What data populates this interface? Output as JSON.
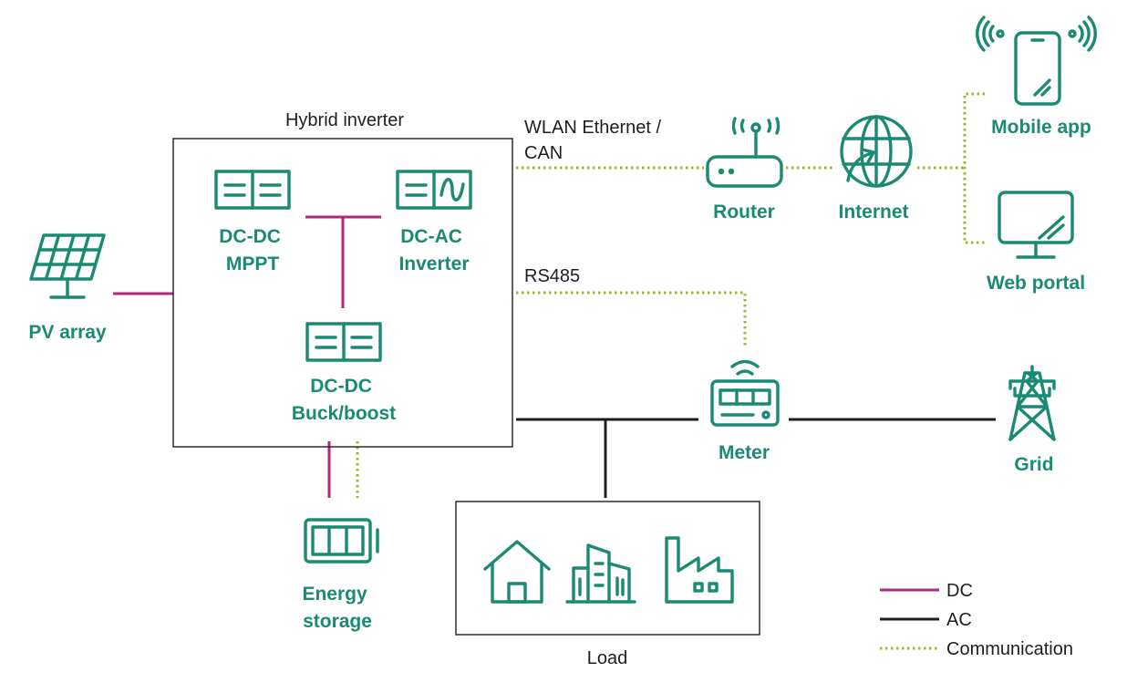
{
  "labels": {
    "hybrid_inverter": "Hybrid inverter",
    "dcdc_mppt": [
      "DC-DC",
      "MPPT"
    ],
    "dcac_inverter": [
      "DC-AC",
      "Inverter"
    ],
    "dcdc_buckboost": [
      "DC-DC",
      "Buck/boost"
    ],
    "pv_array": "PV array",
    "energy_storage": [
      "Energy",
      "storage"
    ],
    "load": "Load",
    "meter": "Meter",
    "grid": "Grid",
    "router": "Router",
    "internet": "Internet",
    "mobile_app": "Mobile app",
    "web_portal": "Web portal",
    "wlan_link": [
      "WLAN Ethernet /",
      "CAN"
    ],
    "rs485_link": "RS485"
  },
  "legend": [
    {
      "label": "DC",
      "color": "#b3267e",
      "style": "solid"
    },
    {
      "label": "AC",
      "color": "#1e1e1e",
      "style": "solid"
    },
    {
      "label": "Communication",
      "color": "#9ab834",
      "style": "dotted"
    }
  ],
  "colors": {
    "icon": "#1a8a72",
    "dc": "#b3267e",
    "ac": "#1e1e1e",
    "communication": "#9ab834"
  }
}
